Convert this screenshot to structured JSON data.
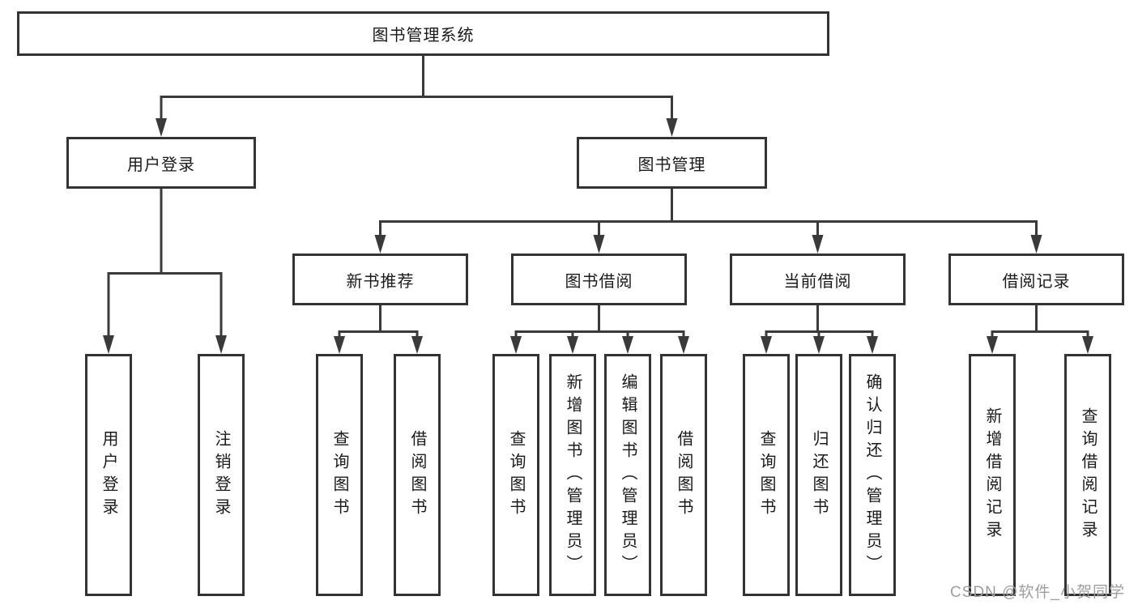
{
  "tree": {
    "label": "图书管理系统",
    "children": [
      {
        "label": "用户登录",
        "children": [
          {
            "label": "用户登录"
          },
          {
            "label": "注销登录"
          }
        ]
      },
      {
        "label": "图书管理",
        "children": [
          {
            "label": "新书推荐",
            "children": [
              {
                "label": "查询图书"
              },
              {
                "label": "借阅图书"
              }
            ]
          },
          {
            "label": "图书借阅",
            "children": [
              {
                "label": "查询图书"
              },
              {
                "label": "新增图书（管理员）"
              },
              {
                "label": "编辑图书（管理员）"
              },
              {
                "label": "借阅图书"
              }
            ]
          },
          {
            "label": "当前借阅",
            "children": [
              {
                "label": "查询图书"
              },
              {
                "label": "归还图书"
              },
              {
                "label": "确认归还（管理员）"
              }
            ]
          },
          {
            "label": "借阅记录",
            "children": [
              {
                "label": "新增借阅记录"
              },
              {
                "label": "查询借阅记录"
              }
            ]
          }
        ]
      }
    ]
  },
  "watermark": "CSDN @软件_小贺同学",
  "colors": {
    "line": "#3a3a3a",
    "box_border": "#333333",
    "text": "#1a1a1a",
    "watermark": "#9e9e9e",
    "background": "#ffffff"
  }
}
